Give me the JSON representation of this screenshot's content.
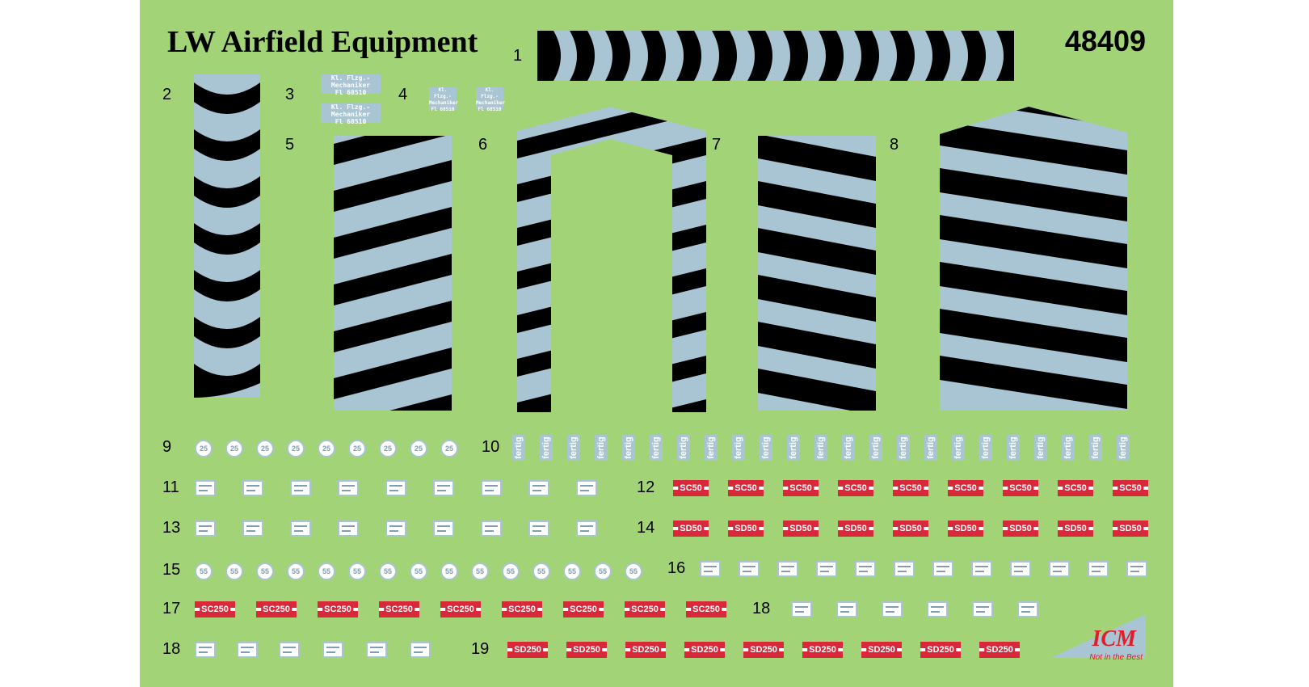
{
  "title": "LW Airfield Equipment",
  "code": "48409",
  "colors": {
    "sheet": "#a2d477",
    "decal_light": "#a9c4d2",
    "decal_dark": "#000000",
    "decal_red": "#d8283a",
    "brand_red": "#e11d2a"
  },
  "decal_numbers": [
    "1",
    "2",
    "3",
    "4",
    "5",
    "6",
    "7",
    "8",
    "9",
    "10",
    "11",
    "12",
    "13",
    "14",
    "15",
    "16",
    "17",
    "18",
    "18",
    "19"
  ],
  "stencil_3": {
    "line1": "Kl. Flzg.-Mechaniker",
    "line2": "Fl 68510"
  },
  "stencil_4": {
    "line1": "Kl. Flzg.-",
    "line2": "Mechaniker",
    "line3": "Fl 68510"
  },
  "circle_25": "25",
  "circle_55": "55",
  "fertig": "fertig",
  "sc50": "SC50",
  "sd50": "SD50",
  "sc250": "SC250",
  "sd250": "SD250",
  "logo": {
    "brand": "ICM",
    "tagline": "Not in the Best"
  }
}
